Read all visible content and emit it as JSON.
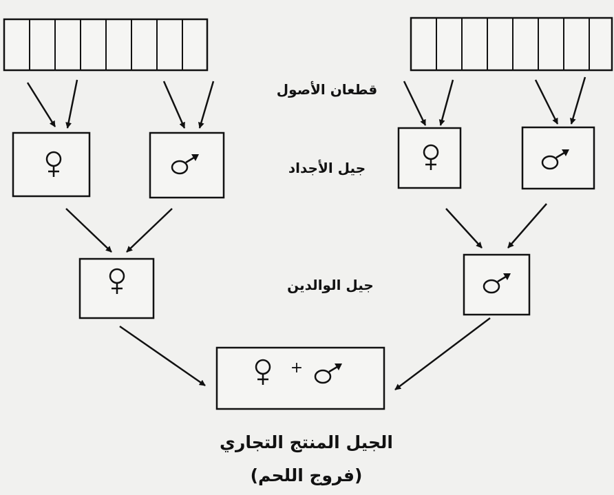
{
  "labels": {
    "pure_lines": "قطعان الأصول",
    "grandparents": "جيل الأجداد",
    "parents": "جيل الوالدين",
    "commercial": "الجيل المنتج التجاري",
    "broilers": "(فروج اللحم)"
  },
  "plus_sign": "+",
  "symbols": {
    "female": "female-symbol-icon",
    "male": "male-symbol-icon"
  }
}
